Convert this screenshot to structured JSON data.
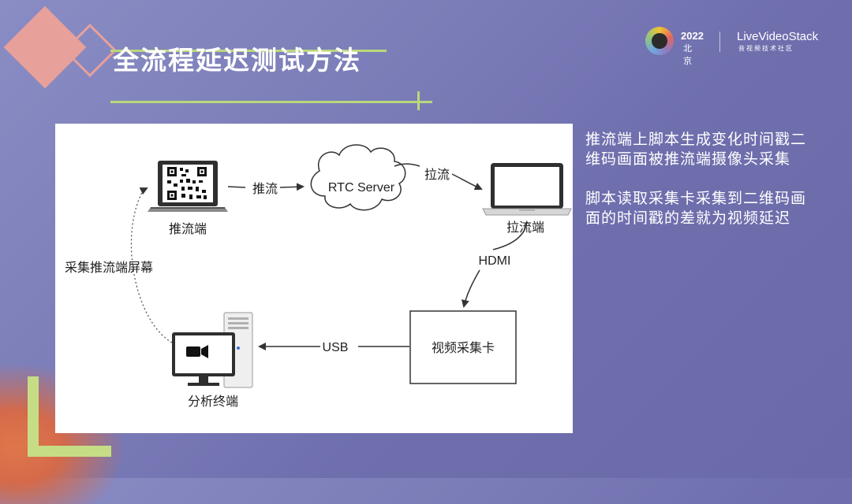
{
  "slide": {
    "title": "全流程延迟测试方法"
  },
  "brand": {
    "year": "2022",
    "city": "北京",
    "name": "LiveVideoStack",
    "tagline": "音视频技术社区"
  },
  "diagram": {
    "nodes": {
      "push_client": "推流端",
      "rtc_server": "RTC Server",
      "pull_client": "拉流端",
      "capture_card": "视频采集卡",
      "analysis_terminal": "分析终端"
    },
    "edges": {
      "push": "推流",
      "pull": "拉流",
      "hdmi": "HDMI",
      "usb": "USB",
      "capture_screen": "采集推流端屏幕"
    }
  },
  "description": {
    "paragraph1": "推流端上脚本生成变化时间戳二维码画面被推流端摄像头采集",
    "paragraph2": "脚本读取采集卡采集到二维码画面的时间戳的差就为视频延迟"
  },
  "colors": {
    "background": "#7b7db8",
    "accent_green": "#b9d77a",
    "accent_pink": "#e7a09a"
  }
}
